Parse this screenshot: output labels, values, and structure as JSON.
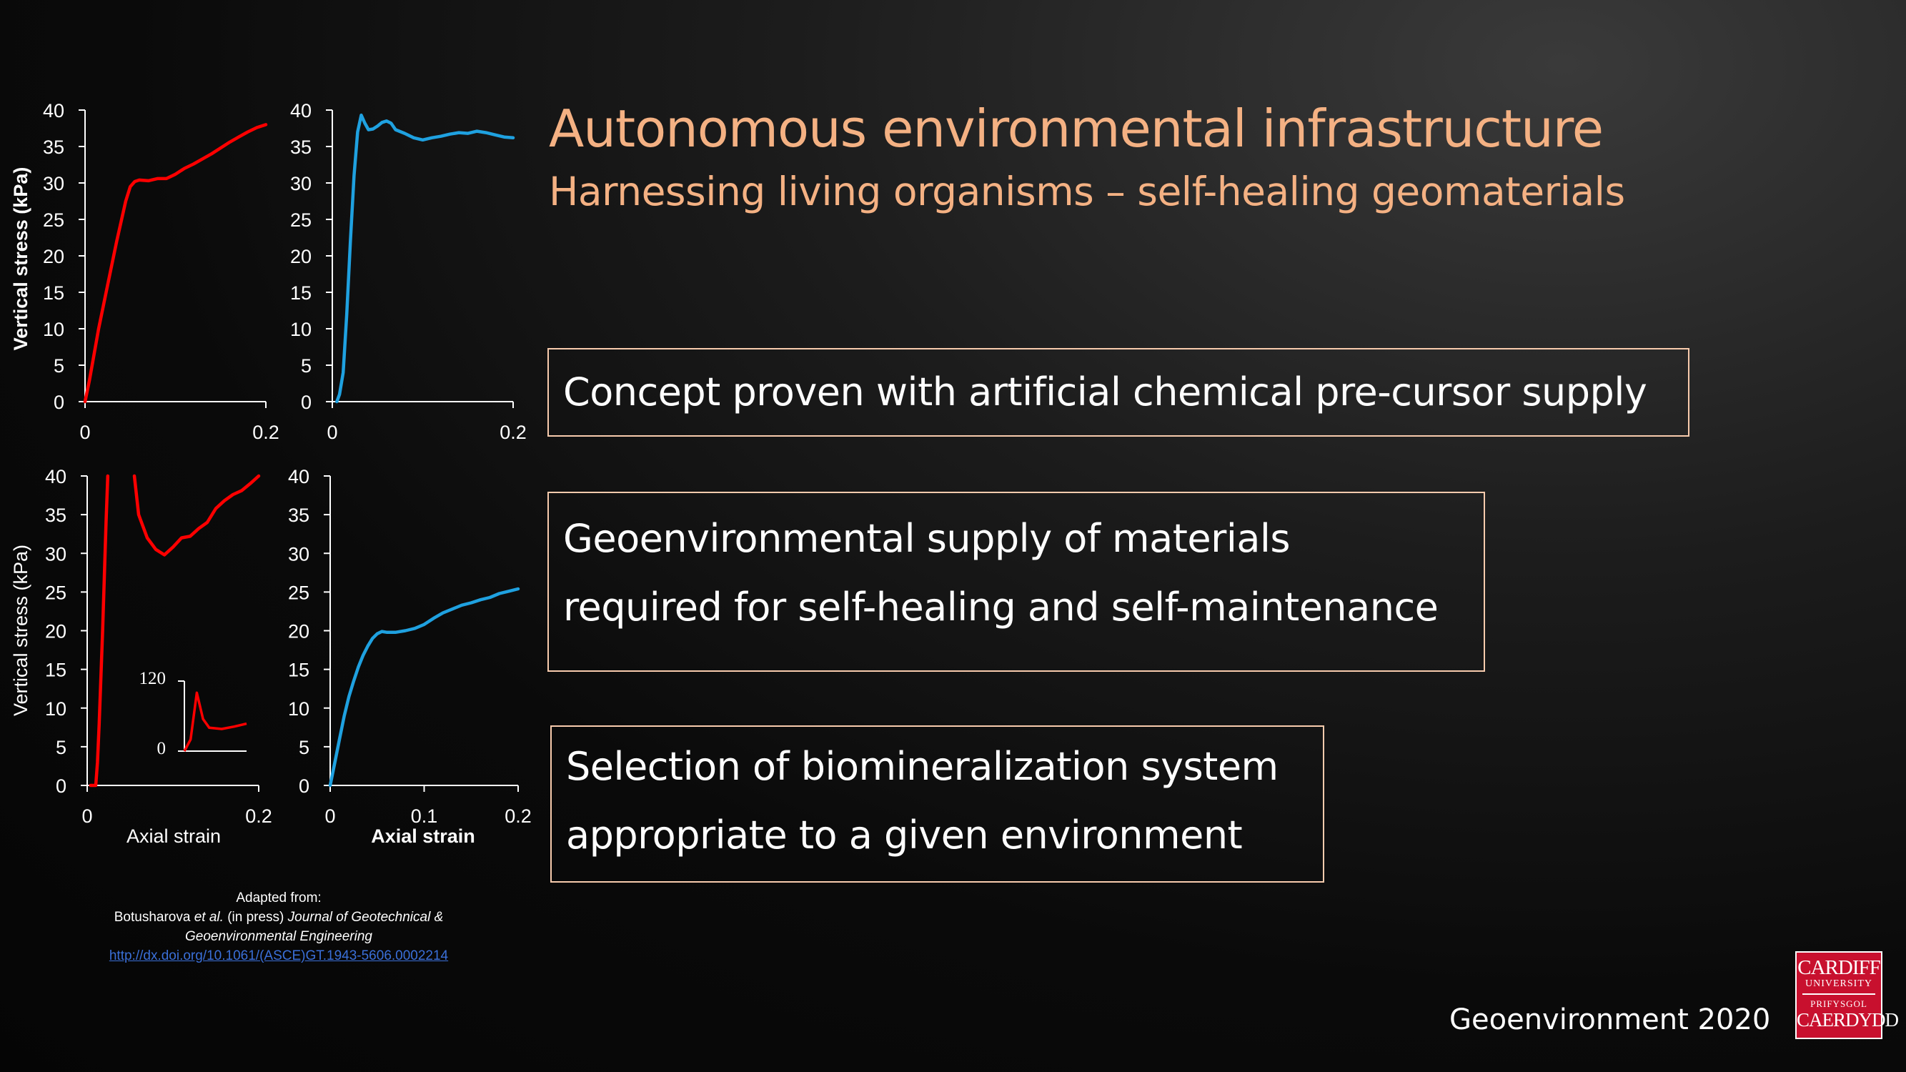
{
  "slide": {
    "title": "Autonomous environmental infrastructure",
    "subtitle": "Harnessing living organisms – self-healing geomaterials",
    "points": [
      {
        "lines": [
          "Concept proven with artificial chemical pre-cursor supply"
        ]
      },
      {
        "lines": [
          "Geoenvironmental supply of materials",
          "required for self-healing and self-maintenance"
        ]
      },
      {
        "lines": [
          "Selection of biomineralization system",
          "appropriate to a given environment"
        ]
      }
    ],
    "citation": {
      "line1": "Adapted from:",
      "authors": "Botusharova",
      "etal": "et al.",
      "status": "(in press)",
      "journal_part1": "Journal of Geotechnical &",
      "journal_part2": "Geoenvironmental Engineering",
      "link": "http://dx.doi.org/10.1061/(ASCE)GT.1943-5606.0002214"
    },
    "footer": "Geoenvironment 2020",
    "logo": {
      "line1": "CARDIFF",
      "line2": "UNIVERSITY",
      "line3": "PRIFYSGOL",
      "line4": "CAERDYDD"
    },
    "colors": {
      "accent": "#f4b183",
      "box_border": "#f8cbad",
      "red_series": "#ff0000",
      "blue_series": "#1fa1e0",
      "logo_red": "#c8102e"
    }
  },
  "chart_data": [
    {
      "type": "line",
      "panel": "top-left",
      "ylabel": "Vertical stress (kPa)",
      "xlabel": "",
      "xlim": [
        0,
        0.2
      ],
      "ylim": [
        0,
        40
      ],
      "xticks": [
        "0",
        "0.2"
      ],
      "yticks": [
        "0",
        "5",
        "10",
        "15",
        "20",
        "25",
        "30",
        "35",
        "40"
      ],
      "series": [
        {
          "color": "#ff0000",
          "x": [
            0,
            0.005,
            0.015,
            0.025,
            0.035,
            0.045,
            0.05,
            0.055,
            0.06,
            0.07,
            0.08,
            0.09,
            0.1,
            0.11,
            0.12,
            0.13,
            0.14,
            0.15,
            0.16,
            0.17,
            0.18,
            0.19,
            0.2
          ],
          "y": [
            0,
            3,
            10,
            16,
            22,
            27.5,
            29.5,
            30.2,
            30.4,
            30.3,
            30.6,
            30.6,
            31.2,
            32,
            32.6,
            33.3,
            34,
            34.8,
            35.6,
            36.3,
            37,
            37.6,
            38
          ]
        }
      ]
    },
    {
      "type": "line",
      "panel": "top-right",
      "ylabel": "",
      "xlabel": "",
      "xlim": [
        0,
        0.2
      ],
      "ylim": [
        0,
        40
      ],
      "xticks": [
        "0",
        "0.2"
      ],
      "yticks": [
        "0",
        "5",
        "10",
        "15",
        "20",
        "25",
        "30",
        "35",
        "40"
      ],
      "series": [
        {
          "color": "#1fa1e0",
          "x": [
            0.005,
            0.008,
            0.012,
            0.016,
            0.02,
            0.024,
            0.028,
            0.032,
            0.036,
            0.04,
            0.045,
            0.05,
            0.055,
            0.06,
            0.065,
            0.07,
            0.08,
            0.09,
            0.1,
            0.11,
            0.12,
            0.13,
            0.14,
            0.15,
            0.16,
            0.17,
            0.18,
            0.19,
            0.2
          ],
          "y": [
            0,
            1,
            4,
            12,
            22,
            31,
            37,
            39.3,
            38.2,
            37.3,
            37.4,
            37.8,
            38.3,
            38.5,
            38.2,
            37.3,
            36.8,
            36.2,
            35.9,
            36.2,
            36.4,
            36.7,
            36.9,
            36.8,
            37.1,
            36.9,
            36.6,
            36.3,
            36.2
          ]
        }
      ]
    },
    {
      "type": "line",
      "panel": "bottom-left",
      "ylabel": "Vertical stress (kPa)",
      "xlabel": "Axial strain",
      "xlim": [
        0,
        0.2
      ],
      "ylim": [
        0,
        40
      ],
      "xticks": [
        "0",
        "0.2"
      ],
      "yticks": [
        "0",
        "5",
        "10",
        "15",
        "20",
        "25",
        "30",
        "35",
        "40"
      ],
      "series": [
        {
          "color": "#ff0000",
          "x": [
            0.004,
            0.01,
            0.012,
            0.014,
            0.016,
            0.018,
            0.02,
            0.022,
            0.024
          ],
          "y": [
            0,
            0,
            3,
            8,
            14,
            20,
            27,
            34,
            40
          ]
        },
        {
          "color": "#ff0000",
          "x": [
            0.055,
            0.06,
            0.07,
            0.08,
            0.09,
            0.1,
            0.11,
            0.12,
            0.13,
            0.14,
            0.15,
            0.16,
            0.17,
            0.18,
            0.19,
            0.2
          ],
          "y": [
            40,
            35,
            32,
            30.5,
            29.8,
            30.8,
            32,
            32.2,
            33.2,
            34,
            35.8,
            36.8,
            37.6,
            38.1,
            39,
            40
          ]
        }
      ],
      "inset": {
        "yticks": [
          "0",
          "120"
        ],
        "ylim": [
          0,
          120
        ],
        "series": [
          {
            "color": "#ff0000",
            "x": [
              0,
              0.1,
              0.2,
              0.3,
              0.4,
              0.6,
              0.8,
              1
            ],
            "y": [
              0,
              20,
              100,
              55,
              40,
              38,
              42,
              47
            ]
          }
        ]
      }
    },
    {
      "type": "line",
      "panel": "bottom-right",
      "ylabel": "",
      "xlabel": "Axial strain",
      "xlim": [
        0,
        0.2
      ],
      "ylim": [
        0,
        40
      ],
      "xticks": [
        "0",
        "0.1",
        "0.2"
      ],
      "yticks": [
        "0",
        "5",
        "10",
        "15",
        "20",
        "25",
        "30",
        "35",
        "40"
      ],
      "series": [
        {
          "color": "#1fa1e0",
          "x": [
            0,
            0.005,
            0.01,
            0.015,
            0.02,
            0.025,
            0.03,
            0.035,
            0.04,
            0.045,
            0.05,
            0.055,
            0.06,
            0.07,
            0.08,
            0.09,
            0.1,
            0.11,
            0.12,
            0.13,
            0.14,
            0.15,
            0.16,
            0.17,
            0.18,
            0.19,
            0.2
          ],
          "y": [
            0,
            3,
            6,
            9,
            11.5,
            13.5,
            15.3,
            16.8,
            18,
            19,
            19.6,
            19.9,
            19.8,
            19.8,
            20,
            20.3,
            20.8,
            21.6,
            22.3,
            22.8,
            23.3,
            23.6,
            24,
            24.3,
            24.8,
            25.1,
            25.4
          ]
        }
      ]
    }
  ]
}
